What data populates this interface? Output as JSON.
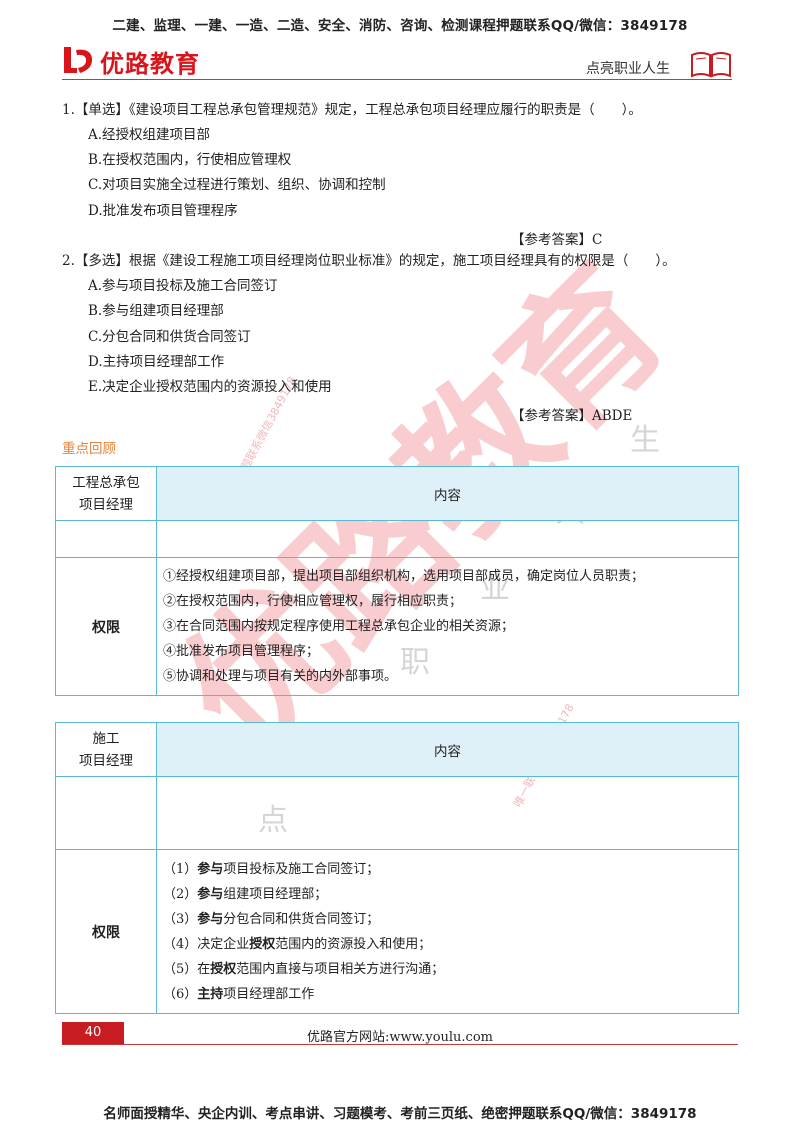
{
  "header": {
    "top_banner": "二建、监理、一建、一造、二造、安全、消防、咨询、检测课程押题联系QQ/微信：3849178",
    "logo_text": "优路教育",
    "slogan": "点亮职业人生",
    "brand_color": "#d8151c"
  },
  "questions": [
    {
      "stem": "1.【单选】《建设项目工程总承包管理规范》规定，工程总承包项目经理应履行的职责是（　　）。",
      "options": [
        "A.经授权组建项目部",
        "B.在授权范围内，行使相应管理权",
        "C.对项目实施全过程进行策划、组织、协调和控制",
        "D.批准发布项目管理程序"
      ],
      "answer": "【参考答案】C"
    },
    {
      "stem": "2.【多选】根据《建设工程施工项目经理岗位职业标准》的规定，施工项目经理具有的权限是（　　）。",
      "options": [
        "A.参与项目投标及施工合同签订",
        "B.参与组建项目经理部",
        "C.分包合同和供货合同签订",
        "D.主持项目经理部工作",
        "E.决定企业授权范围内的资源投入和使用"
      ],
      "answer": "【参考答案】ABDE"
    }
  ],
  "review_title": "重点回顾",
  "table1": {
    "header_left_line1": "工程总承包",
    "header_left_line2": "项目经理",
    "header_right": "内容",
    "row_label": "权限",
    "items": [
      "①经授权组建项目部，提出项目部组织机构，选用项目部成员，确定岗位人员职责；",
      "②在授权范围内，行使相应管理权，履行相应职责；",
      "③在合同范围内按规定程序使用工程总承包企业的相关资源；",
      "④批准发布项目管理程序；",
      "⑤协调和处理与项目有关的内外部事项。"
    ]
  },
  "table2": {
    "header_left_line1": "施工",
    "header_left_line2": "项目经理",
    "header_right": "内容",
    "row_label": "权限",
    "items": [
      {
        "pre": "（1）",
        "bold": "参与",
        "post": "项目投标及施工合同签订；"
      },
      {
        "pre": "（2）",
        "bold": "参与",
        "post": "组建项目经理部；"
      },
      {
        "pre": "（3）",
        "bold": "参与",
        "post": "分包合同和供货合同签订；"
      },
      {
        "pre": "（4）决定企业",
        "bold": "授权",
        "post": "范围内的资源投入和使用；"
      },
      {
        "pre": "（5）在",
        "bold": "授权",
        "post": "范围内直接与项目相关方进行沟通；"
      },
      {
        "pre": "（6）",
        "bold": "主持",
        "post": "项目经理部工作"
      }
    ]
  },
  "footer": {
    "page_number": "40",
    "website": "优路官方网站:www.youlu.com",
    "bottom_banner": "名师面授精华、央企内训、考点串讲、习题模考、考前三页纸、绝密押题联系QQ/微信：3849178"
  },
  "watermarks": {
    "big_logo_text": "优路教育",
    "slogan_chars": [
      "点",
      "亮",
      "职",
      "业",
      "人",
      "生"
    ],
    "contact_1": "精准押题联系微信3849178",
    "contact_2": "唯一联系微信3849178",
    "color": "#f3b8bc"
  }
}
